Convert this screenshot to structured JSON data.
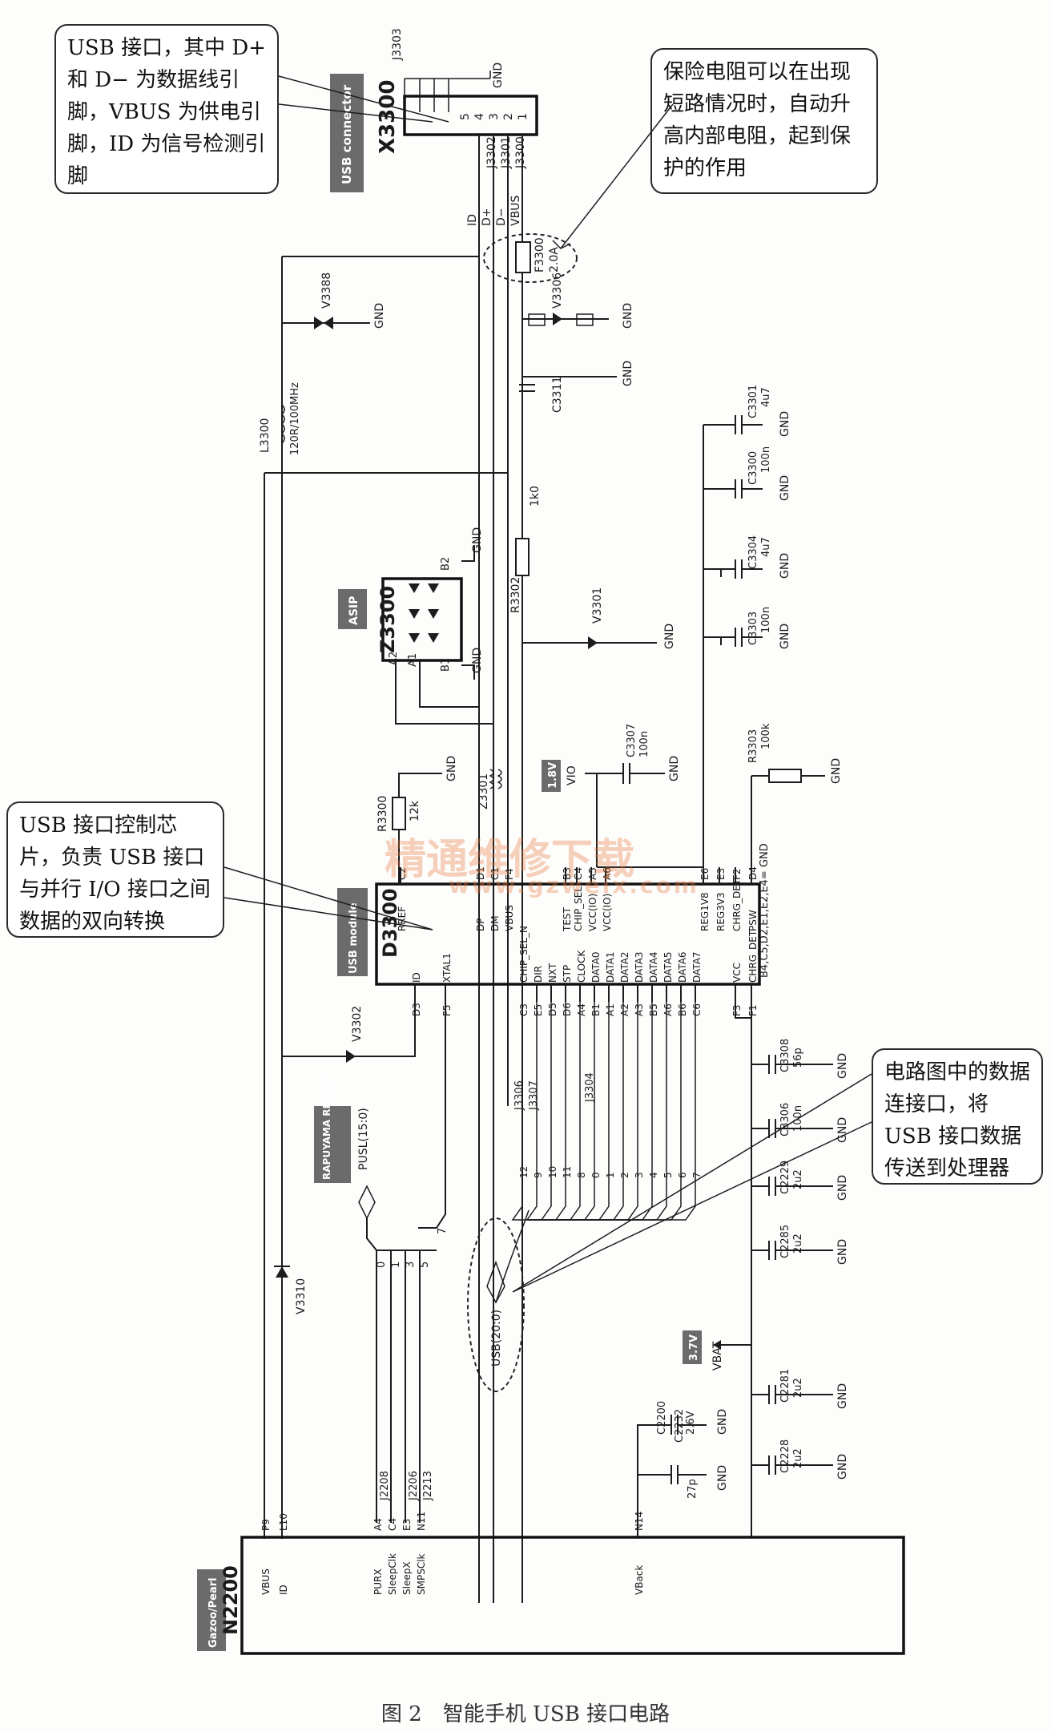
{
  "callouts": {
    "usb_connector": "USB 接口，其中 D+ 和 D− 为数据线引脚，VBUS 为供电引脚，ID 为信号检测引脚",
    "fuse": "保险电阻可以在出现短路情况时，自动升高内部电阻，起到保护的作用",
    "controller": "USB 接口控制芯片，负责 USB 接口与并行 I/O 接口之间数据的双向转换",
    "data_bus": "电路图中的数据连接口，将 USB 接口数据传送到处理器"
  },
  "watermark": {
    "text": "精通维修下载",
    "url": "www.gzweix.com"
  },
  "caption": "图 2　智能手机 USB 接口电路",
  "connector": {
    "tag": "USB connector",
    "ref": "X3300",
    "jumper": "J3303",
    "pins": [
      "5",
      "4",
      "3",
      "2",
      "1"
    ],
    "testpoints": [
      "J3302",
      "J3301",
      "J3300"
    ],
    "signals": [
      "ID",
      "D+",
      "D−",
      "VBUS"
    ]
  },
  "fuse": {
    "ref": "F3300",
    "value": "2.0A"
  },
  "tvs": {
    "ref": "V3388"
  },
  "v3306": {
    "ref": "V3306"
  },
  "c3311": {
    "ref": "C3311"
  },
  "inductor": {
    "ref": "L3300",
    "value": "120R/100MHz"
  },
  "asip": {
    "tag": "ASIP",
    "ref": "Z3300",
    "pins": [
      "A2",
      "A1",
      "B1",
      "B2"
    ]
  },
  "r3302": {
    "ref": "R3302",
    "value": "1k0"
  },
  "v3301": {
    "ref": "V3301"
  },
  "z3301": {
    "ref": "Z3301"
  },
  "r3300": {
    "ref": "R3300",
    "value": "12k"
  },
  "vio": {
    "tag": "1.8V",
    "net": "VIO"
  },
  "c3307": {
    "ref": "C3307",
    "value": "100n"
  },
  "caps_right": [
    {
      "ref": "C3301",
      "value": "4u7"
    },
    {
      "ref": "C3300",
      "value": "100n"
    },
    {
      "ref": "C3304",
      "value": "4u7"
    },
    {
      "ref": "C3303",
      "value": "100n"
    }
  ],
  "r3303": {
    "ref": "R3303",
    "value": "100k"
  },
  "d3300": {
    "tag": "USB module",
    "ref": "D3300",
    "top_pins": [
      "RREF",
      "DP",
      "DM",
      "VBUS",
      "TEST",
      "CHIP_SEL",
      "VCC(IO)",
      "VCC(IO)",
      "REG1V8",
      "REG3V3",
      "CHRG_DET",
      "PSW"
    ],
    "top_balls": [
      "C2",
      "D1",
      "C1",
      "F4",
      "B3",
      "C4",
      "A5",
      "A6",
      "E6",
      "E3",
      "F2",
      "D4"
    ],
    "gnd_note": "B4,C5,D2,E1,E2,E4= GND",
    "bottom_pins": [
      "ID",
      "XTAL1",
      "CHIP_SEL_N",
      "DIR",
      "NXT",
      "STP",
      "CLOCK",
      "DATA0",
      "DATA1",
      "DATA2",
      "DATA3",
      "DATA4",
      "DATA5",
      "DATA6",
      "DATA7",
      "VCC",
      "CHRG_DET"
    ],
    "bottom_balls": [
      "D3",
      "F5",
      "C3",
      "E5",
      "D5",
      "D6",
      "A4",
      "B1",
      "A1",
      "A2",
      "A3",
      "B5",
      "A6",
      "B6",
      "C6",
      "F3",
      "F1"
    ]
  },
  "v3302": {
    "ref": "V3302"
  },
  "jumpers": [
    "J3306",
    "J3307",
    "J3304"
  ],
  "bus_numbers": [
    "12",
    "9",
    "10",
    "11",
    "8",
    "0",
    "1",
    "2",
    "3",
    "4",
    "5",
    "6",
    "7"
  ],
  "bus": {
    "label": "USB(20:0)"
  },
  "rf": {
    "tag": "RAPUYAMA RF part",
    "bus": "PUSL(15:0)",
    "nums": [
      "0",
      "1",
      "3",
      "5"
    ],
    "seven": "7"
  },
  "caps_lower": [
    {
      "ref": "C3308",
      "value": "56p"
    },
    {
      "ref": "C3306",
      "value": "100n"
    },
    {
      "ref": "C2229",
      "value": "2u2"
    },
    {
      "ref": "C2285",
      "value": "2u2"
    },
    {
      "ref": "C2281",
      "value": "2u2"
    },
    {
      "ref": "C2228",
      "value": "2u2"
    }
  ],
  "vbat": {
    "tag": "3.7V",
    "net": "VBAT"
  },
  "c2200": {
    "ref": "C2200",
    "value": "2.6V"
  },
  "c2232": {
    "ref": "C2232",
    "value": "27p"
  },
  "v3310": {
    "ref": "V3310"
  },
  "j22": [
    "J2208",
    "J2206",
    "J2213"
  ],
  "n2200": {
    "tag": "Gazoo/Pearl",
    "ref": "N2200",
    "balls": [
      "P9",
      "L10",
      "A4",
      "C4",
      "E3",
      "N11",
      "N14"
    ],
    "pins": [
      "VBUS",
      "ID",
      "PURX",
      "SleepClk",
      "SleepX",
      "SMPSClk",
      "VBack"
    ]
  },
  "gnd": "GND"
}
